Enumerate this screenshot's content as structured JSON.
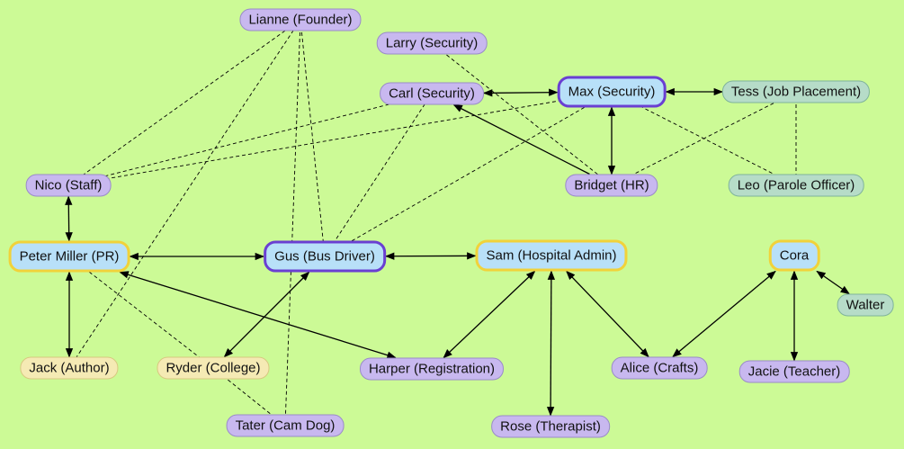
{
  "nodes": {
    "lianne": "Lianne (Founder)",
    "larry": "Larry (Security)",
    "carl": "Carl (Security)",
    "max": "Max (Security)",
    "tess": "Tess (Job Placement)",
    "nico": "Nico (Staff)",
    "bridget": "Bridget (HR)",
    "leo": "Leo (Parole Officer)",
    "peter": "Peter Miller (PR)",
    "gus": "Gus (Bus Driver)",
    "sam": "Sam (Hospital Admin)",
    "cora": "Cora",
    "walter": "Walter",
    "jack": "Jack (Author)",
    "ryder": "Ryder (College)",
    "harper": "Harper (Registration)",
    "alice": "Alice (Crafts)",
    "jacie": "Jacie (Teacher)",
    "tater": "Tater (Cam Dog)",
    "rose": "Rose (Therapist)"
  },
  "colors": {
    "background": "#ccfa96",
    "node_lavender": "#c8b8ef",
    "node_teal": "#b6dcc8",
    "node_cream": "#f5eab4",
    "highlight_fill": "#b8e0f8",
    "highlight_border_purple": "#6a3fd2",
    "highlight_border_yellow": "#f1d23a"
  },
  "edges": [
    {
      "from": "carl",
      "to": "max",
      "style": "solid",
      "arrows": "both"
    },
    {
      "from": "max",
      "to": "tess",
      "style": "solid",
      "arrows": "both"
    },
    {
      "from": "max",
      "to": "bridget",
      "style": "solid",
      "arrows": "both"
    },
    {
      "from": "carl",
      "to": "bridget",
      "style": "solid",
      "arrows": "start"
    },
    {
      "from": "nico",
      "to": "peter",
      "style": "solid",
      "arrows": "both"
    },
    {
      "from": "peter",
      "to": "gus",
      "style": "solid",
      "arrows": "both"
    },
    {
      "from": "gus",
      "to": "sam",
      "style": "solid",
      "arrows": "both"
    },
    {
      "from": "peter",
      "to": "jack",
      "style": "solid",
      "arrows": "both"
    },
    {
      "from": "peter",
      "to": "harper",
      "style": "solid",
      "arrows": "both"
    },
    {
      "from": "gus",
      "to": "ryder",
      "style": "solid",
      "arrows": "both"
    },
    {
      "from": "sam",
      "to": "harper",
      "style": "solid",
      "arrows": "both"
    },
    {
      "from": "sam",
      "to": "alice",
      "style": "solid",
      "arrows": "both"
    },
    {
      "from": "sam",
      "to": "rose",
      "style": "solid",
      "arrows": "both"
    },
    {
      "from": "cora",
      "to": "alice",
      "style": "solid",
      "arrows": "both"
    },
    {
      "from": "cora",
      "to": "jacie",
      "style": "solid",
      "arrows": "both"
    },
    {
      "from": "cora",
      "to": "walter",
      "style": "solid",
      "arrows": "both"
    },
    {
      "from": "lianne",
      "to": "nico",
      "style": "dashed",
      "arrows": "none"
    },
    {
      "from": "lianne",
      "to": "jack",
      "style": "dashed",
      "arrows": "none"
    },
    {
      "from": "lianne",
      "to": "gus",
      "style": "dashed",
      "arrows": "none"
    },
    {
      "from": "lianne",
      "to": "tater",
      "style": "dashed",
      "arrows": "none"
    },
    {
      "from": "larry",
      "to": "bridget",
      "style": "dashed",
      "arrows": "none"
    },
    {
      "from": "carl",
      "to": "nico",
      "style": "dashed",
      "arrows": "none"
    },
    {
      "from": "max",
      "to": "nico",
      "style": "dashed",
      "arrows": "none"
    },
    {
      "from": "carl",
      "to": "gus",
      "style": "dashed",
      "arrows": "none"
    },
    {
      "from": "max",
      "to": "gus",
      "style": "dashed",
      "arrows": "none"
    },
    {
      "from": "max",
      "to": "leo",
      "style": "dashed",
      "arrows": "none"
    },
    {
      "from": "tess",
      "to": "bridget",
      "style": "dashed",
      "arrows": "none"
    },
    {
      "from": "tess",
      "to": "leo",
      "style": "dashed",
      "arrows": "none"
    },
    {
      "from": "peter",
      "to": "ryder",
      "style": "dashed",
      "arrows": "none"
    },
    {
      "from": "ryder",
      "to": "tater",
      "style": "dashed",
      "arrows": "none"
    }
  ]
}
